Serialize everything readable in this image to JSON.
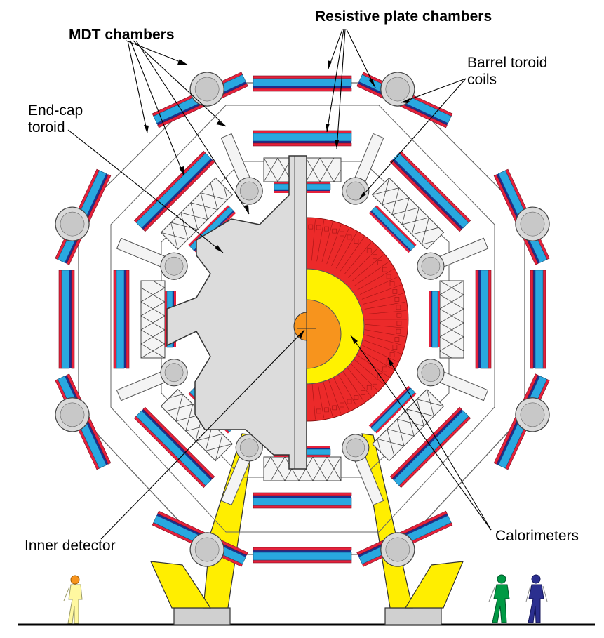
{
  "labels": {
    "mdt": "MDT chambers",
    "rpc": "Resistive plate chambers",
    "barrel_line1": "Barrel toroid",
    "barrel_line2": "coils",
    "endcap_line1": "End-cap",
    "endcap_line2": "toroid",
    "inner": "Inner detector",
    "calorimeters": "Calorimeters"
  },
  "colors": {
    "chamber_blue": "#29a8e0",
    "chamber_red": "#e5213b",
    "chamber_navy": "#1d2f8c",
    "calorimeter_red": "#ec2a2a",
    "calorimeter_yellow": "#fff200",
    "inner_orange": "#f7941d",
    "coil_grey": "#d9d9d9",
    "endcap_grey": "#dcdcdc",
    "support_yellow": "#ffee00",
    "figure_left": "#fff8a0",
    "figure_green": "#009a44",
    "figure_blue": "#2b2f8f"
  }
}
